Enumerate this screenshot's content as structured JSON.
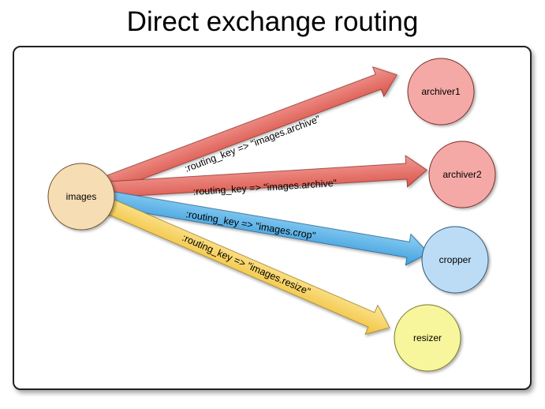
{
  "title": "Direct exchange routing",
  "nodes": {
    "source": {
      "label": "images",
      "fill": "#f7ddb4",
      "stroke": "#8a6a3a"
    },
    "archiver1": {
      "label": "archiver1",
      "fill": "#f4aaa8",
      "stroke": "#8a3a38"
    },
    "archiver2": {
      "label": "archiver2",
      "fill": "#f4aaa8",
      "stroke": "#8a3a38"
    },
    "cropper": {
      "label": "cropper",
      "fill": "#b9dcf7",
      "stroke": "#3a6a8a"
    },
    "resizer": {
      "label": "resizer",
      "fill": "#f7f59a",
      "stroke": "#8a8a30"
    }
  },
  "edges": {
    "archive1": {
      "label": ":routing_key => \"images.archive\"",
      "color": "#e56d63"
    },
    "archive2": {
      "label": ":routing_key => \"images.archive\"",
      "color": "#e56d63"
    },
    "crop": {
      "label": ":routing_key => \"images.crop\"",
      "color": "#5eb5ea"
    },
    "resize": {
      "label": ":routing_key => \"images.resize\"",
      "color": "#f8d35b"
    }
  }
}
